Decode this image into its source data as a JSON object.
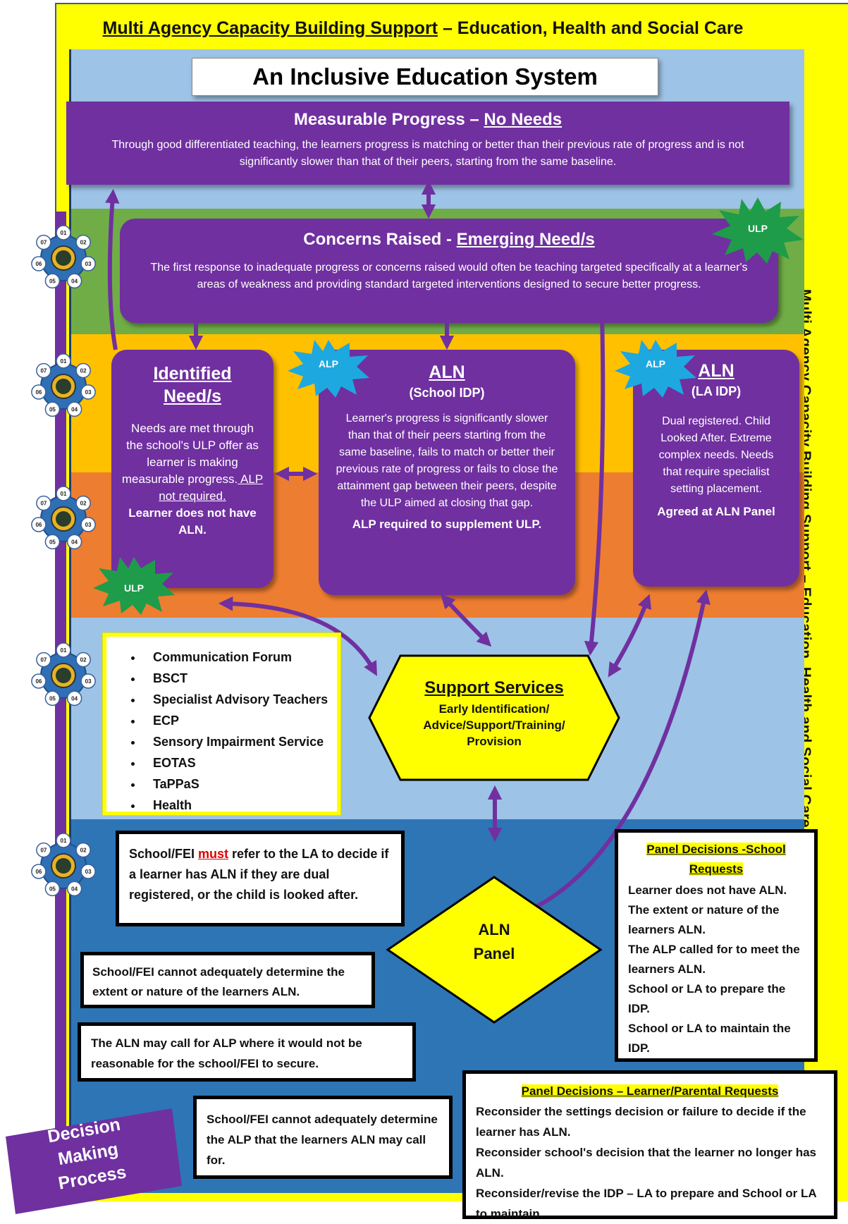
{
  "top_title": {
    "underlined": "Multi Agency Capacity Building Support",
    "rest": " – Education, Health and Social Care"
  },
  "side_title": {
    "underlined": "Multi Agency Capacity Building Support",
    "rest": " – Education, Health and Social Care"
  },
  "header": "An Inclusive Education System",
  "measurable": {
    "title_prefix": "Measurable Progress – ",
    "title_underlined": "No Needs",
    "body": "Through good differentiated teaching, the learners progress is matching or better than their previous rate of progress and is not significantly slower than that of their peers, starting from the same baseline."
  },
  "concerns": {
    "title_prefix": "Concerns Raised - ",
    "title_underlined": "Emerging Need/s",
    "body": "The first response to inadequate progress or concerns raised would often be teaching targeted specifically at a learner's areas of weakness and providing standard targeted interventions designed to secure better progress."
  },
  "identified": {
    "title": "Identified Need/s",
    "body": "Needs are met through the school's ULP offer as learner is making measurable progress.",
    "underlined": " ALP not required.",
    "bold": "Learner does not have ALN."
  },
  "aln_school": {
    "title": "ALN",
    "subtitle": "(School IDP)",
    "body": "Learner's progress is significantly slower than that of their peers starting from the same baseline, fails to match or better their previous rate of progress or fails to close the attainment gap between their peers, despite the ULP aimed at closing that gap.",
    "bold": "ALP required to supplement ULP."
  },
  "aln_la": {
    "title": "ALN",
    "subtitle": "(LA IDP)",
    "body": "Dual registered. Child Looked After. Extreme complex needs. Needs that require specialist setting placement.",
    "bold": "Agreed at ALN Panel"
  },
  "badges": {
    "ulp": "ULP",
    "alp": "ALP"
  },
  "services_list": [
    "Communication Forum",
    "BSCT",
    "Specialist Advisory Teachers",
    "ECP",
    "Sensory Impairment Service",
    "EOTAS",
    "TaPPaS",
    "Health"
  ],
  "support_services": {
    "title": "Support Services",
    "body": "Early Identification/ Advice/Support/Training/ Provision"
  },
  "aln_panel": {
    "line1": "ALN",
    "line2": "Panel"
  },
  "must_box": {
    "before": "School/FEI ",
    "must": "must",
    "after": " refer to the LA to decide if a learner has ALN if they are dual registered, or the child is looked after."
  },
  "box_extent": "School/FEI cannot adequately determine the extent or nature of the learners ALN.",
  "box_alp": "The ALN may call for ALP where it would not be reasonable for the school/FEI to secure.",
  "box_determine": "School/FEI cannot adequately determine the ALP that the learners ALN may call for.",
  "panel_school": {
    "title": "Panel Decisions -School Requests",
    "lines": [
      "Learner does not have ALN.",
      "The extent or nature of the learners ALN.",
      "The ALP called for to meet the learners ALN.",
      "School or LA to prepare the IDP.",
      "School or LA to maintain the IDP."
    ]
  },
  "panel_learner": {
    "title": "Panel Decisions – Learner/Parental Requests",
    "lines": [
      "Reconsider the settings decision or failure to decide if the learner has ALN.",
      "Reconsider school's decision that the learner no longer has ALN.",
      "Reconsider/revise the IDP – LA to prepare and School or LA to maintain."
    ]
  },
  "decision_label": [
    "Decision",
    "Making",
    "Process"
  ],
  "circle_labels": [
    "01",
    "02",
    "03",
    "04",
    "05",
    "06",
    "07"
  ],
  "colors": {
    "purple": "#7030a0",
    "yellow": "#ffff00",
    "lightblue": "#9dc3e6",
    "green": "#70ad47",
    "amber": "#ffc000",
    "orange": "#ed7d31",
    "darkblue": "#2e75b6",
    "ulp_star": "#1e9c4a",
    "alp_star": "#1ea8e0"
  }
}
